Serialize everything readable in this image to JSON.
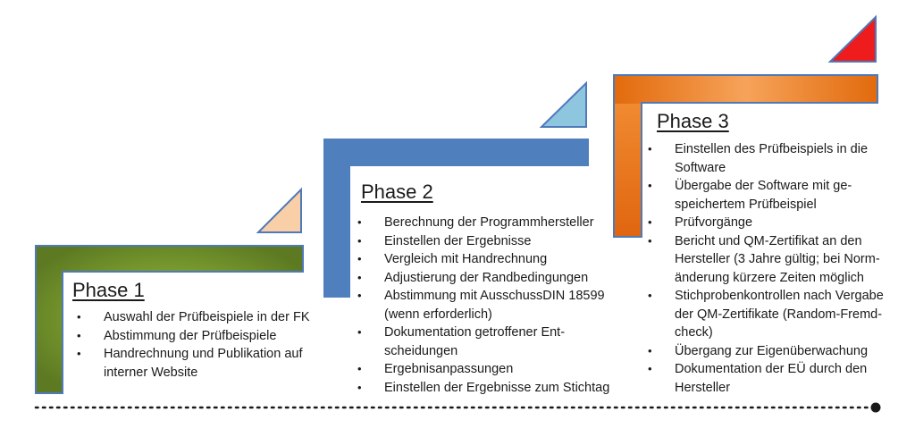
{
  "colors": {
    "phase1": "#6f8d2a",
    "phase1_border": "#4f79b8",
    "phase2": "#4f7fbd",
    "phase3": "#e87712",
    "phase3_border": "#4f79b8",
    "triangle1": "#f9cfa8",
    "triangle2": "#8ec6e0",
    "triangle3": "#ee1c1c",
    "timeline": "#1a1a1a"
  },
  "phases": [
    {
      "title": "Phase 1",
      "items": [
        "Auswahl der Prüfbeispiele in der FK",
        "Abstimmung der Prüfbeispiele",
        "Handrechnung und Publikation auf interner Website"
      ]
    },
    {
      "title": "Phase 2",
      "items": [
        "Berechnung der Programmhersteller",
        "Einstellen der Ergebnisse",
        "Vergleich mit Handrechnung",
        "Adjustierung der Randbedingungen",
        "Abstimmung mit AusschussDIN 18599 (wenn erforderlich)",
        "Dokumentation getroffener Ent-scheidungen",
        "Ergebnisanpassungen",
        "Einstellen der Ergebnisse zum Stichtag"
      ]
    },
    {
      "title": "Phase 3",
      "items": [
        "Einstellen des Prüfbeispiels in die Software",
        "Übergabe der Software mit ge-speichertem Prüfbeispiel",
        "Prüfvorgänge",
        "Bericht und QM-Zertifikat an den Hersteller (3 Jahre gültig; bei Norm-änderung kürzere Zeiten möglich",
        "Stichprobenkontrollen nach Vergabe der QM-Zertifikate (Random-Fremd-check)",
        "Übergang zur Eigenüberwachung",
        "Dokumentation der EÜ durch den Hersteller"
      ]
    }
  ]
}
